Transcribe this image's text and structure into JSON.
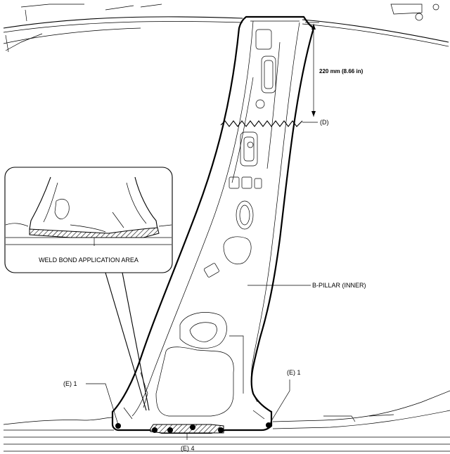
{
  "labels": {
    "dimension": "220 mm (8.66 in)",
    "cut_line": "(D)",
    "part_name": "B-PILLAR (INNER)",
    "detail_caption": "WELD BOND APPLICATION AREA",
    "weld_left": "(E) 1",
    "weld_right": "(E) 1",
    "weld_bottom": "(E) 4"
  }
}
